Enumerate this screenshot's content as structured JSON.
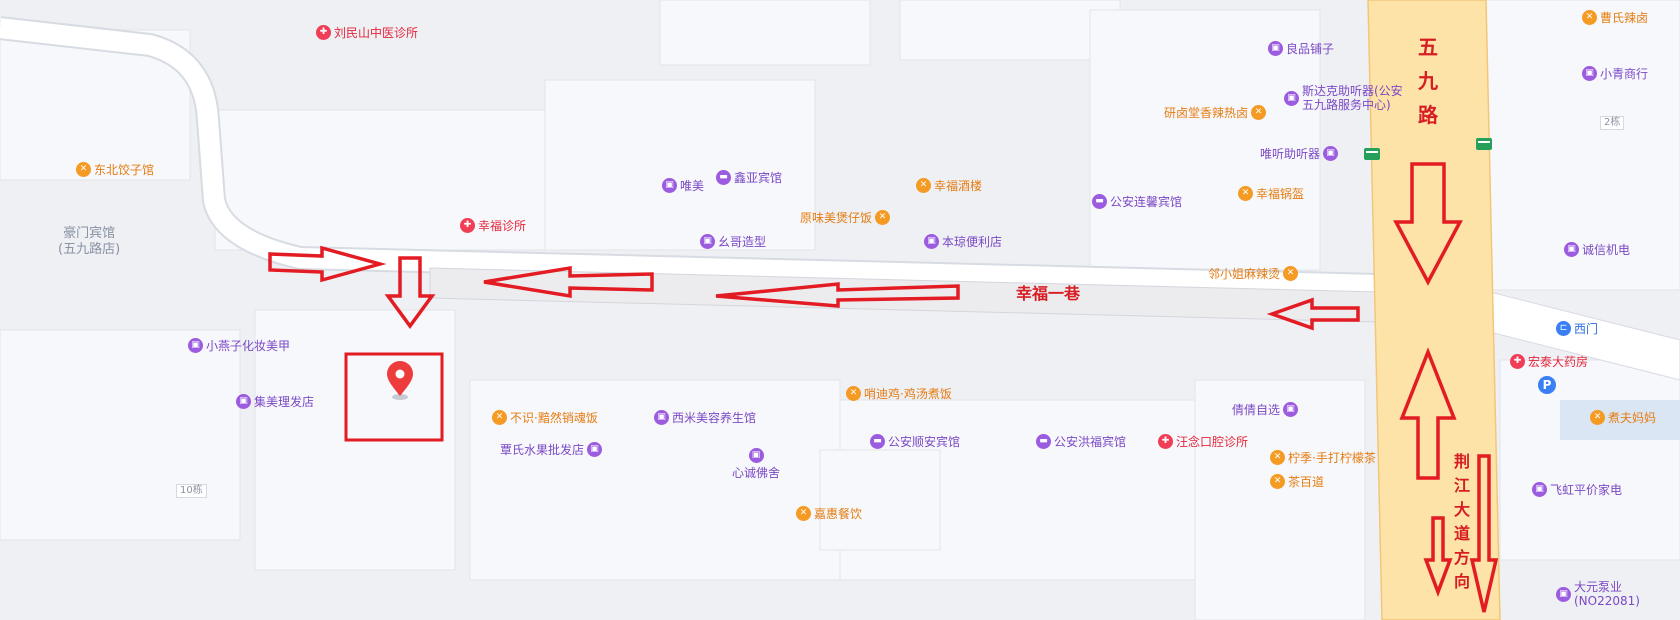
{
  "roads": {
    "main_vertical": "五九路",
    "lane": "幸福一巷",
    "direction": "荆江大道方向"
  },
  "buildings": {
    "hotel_line1": "豪门宾馆",
    "hotel_line2": "(五九路店)",
    "tag_10": "10栋",
    "tag_2": "2栋"
  },
  "parking_label": "P",
  "pois": {
    "liuminshan": "刘民山中医诊所",
    "dongbei": "东北饺子馆",
    "xingfu_clinic": "幸福诊所",
    "weimei": "唯美",
    "xinya": "鑫亚宾馆",
    "xingfu_restaurant": "幸福酒楼",
    "yuanweimei": "原味美煲仔饭",
    "yaoge": "幺哥造型",
    "benqiong": "本琼便利店",
    "gongan_lianxin": "公安连馨宾馆",
    "xingfu_guo": "幸福锅盔",
    "liangpin": "良品铺子",
    "sidake": "斯达克助听器(公安五九路服务中心)",
    "yanlu": "研卤堂香辣热卤",
    "weiting": "唯听助听器",
    "cao": "曹氏辣卤",
    "xiaoqing": "小青商行",
    "chengxin_jidian": "诚信机电",
    "deng": "邻小姐麻辣烫",
    "ximen": "西门",
    "hongtai": "宏泰大药房",
    "zhufu": "煮夫妈妈",
    "xiaoyanzi": "小燕子化妆美甲",
    "jimei": "集美理发店",
    "bushi": "不识·黯然销魂饭",
    "ximi": "西米美容养生馆",
    "shaodiji": "哨迪鸡·鸡汤煮饭",
    "qianqian": "倩倩自选",
    "tan_fruit": "覃氏水果批发店",
    "xincheng_fo": "心诚佛舍",
    "shunan": "公安顺安宾馆",
    "honfu": "公安洪福宾馆",
    "wangnian": "汪念口腔诊所",
    "ningji": "柠季·手打柠檬茶",
    "chabaidao": "茶百道",
    "feihong": "飞虹平价家电",
    "jiahui": "嘉惠餐饮",
    "dayuan": "大元泵业(NO22081)"
  },
  "colors": {
    "arrow_red": "#e31b23",
    "main_road_fill": "#fde3a7",
    "lane_fill": "#ffffff",
    "food": "#f59a23",
    "shop": "#9b5ce0",
    "hospital": "#ef3e56",
    "gate": "#3a7ff5"
  },
  "icons": {
    "food": "fork-knife-icon",
    "shop": "shopping-bag-icon",
    "hospital": "medical-cross-icon",
    "hotel": "bed-icon",
    "gate": "gate-icon",
    "parking": "parking-icon",
    "bus": "bus-stop-icon",
    "location": "location-pin-icon"
  }
}
